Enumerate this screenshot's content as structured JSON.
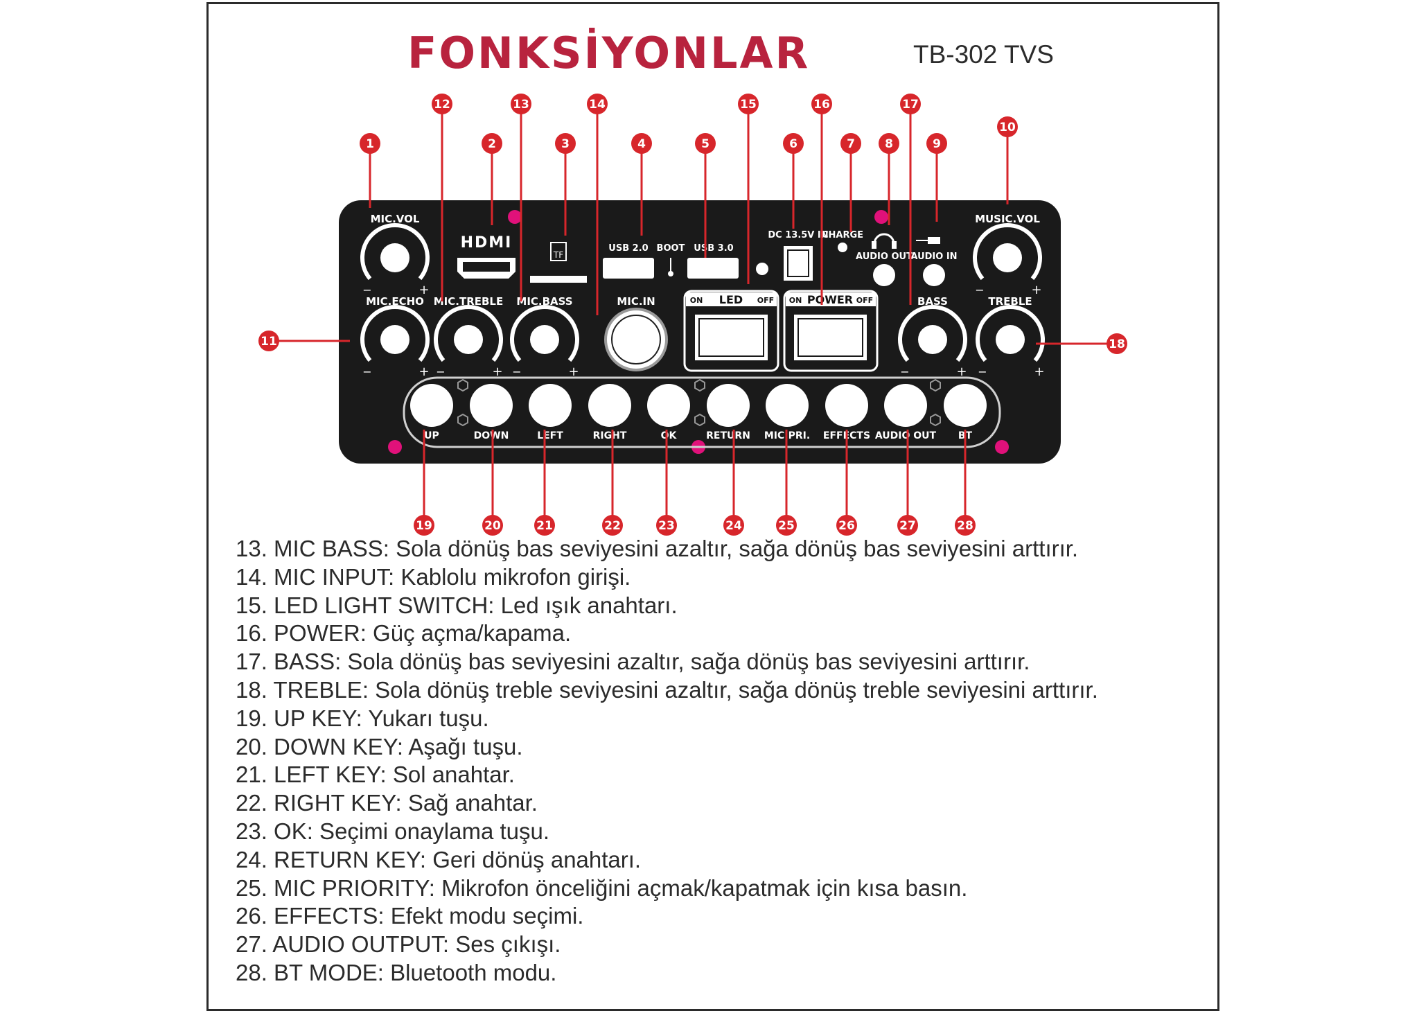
{
  "header": {
    "title": "FONKSİYONLAR",
    "model": "TB-302 TVS"
  },
  "panel": {
    "labels": {
      "mic_vol": "MIC.VOL",
      "music_vol": "MUSIC.VOL",
      "mic_echo": "MIC.ECHO",
      "mic_treble": "MIC.TREBLE",
      "mic_bass": "MIC.BASS",
      "mic_in": "MIC.IN",
      "bass": "BASS",
      "treble": "TREBLE",
      "hdmi": "HDMI",
      "tf": "TF",
      "usb2": "USB 2.0",
      "boot": "BOOT",
      "usb3": "USB 3.0",
      "dc_in": "DC 13.5V IN",
      "charge": "CHARGE",
      "audio_out": "AUDIO OUT",
      "audio_in": "AUDIO IN",
      "led": "LED",
      "power": "POWER",
      "on": "ON",
      "off": "OFF",
      "minus": "−",
      "plus": "+"
    },
    "buttons": [
      "UP",
      "DOWN",
      "LEFT",
      "RIGHT",
      "OK",
      "RETURN",
      "MIC.PRI.",
      "EFFECTS",
      "AUDIO OUT",
      "BT"
    ]
  },
  "callouts": [
    "1",
    "2",
    "3",
    "4",
    "5",
    "6",
    "7",
    "8",
    "9",
    "10",
    "11",
    "12",
    "13",
    "14",
    "15",
    "16",
    "17",
    "18",
    "19",
    "20",
    "21",
    "22",
    "23",
    "24",
    "25",
    "26",
    "27",
    "28"
  ],
  "descriptions": [
    "13. MIC BASS: Sola dönüş bas seviyesini azaltır, sağa dönüş bas seviyesini arttırır.",
    "14. MIC INPUT: Kablolu mikrofon girişi.",
    "15. LED LIGHT SWITCH: Led ışık anahtarı.",
    "16. POWER: Güç açma/kapama.",
    "17. BASS: Sola dönüş bas seviyesini azaltır, sağa dönüş bas seviyesini arttırır.",
    "18. TREBLE: Sola dönüş treble seviyesini azaltır, sağa dönüş treble seviyesini arttırır.",
    "19. UP KEY: Yukarı tuşu.",
    "20. DOWN KEY: Aşağı tuşu.",
    "21. LEFT KEY: Sol anahtar.",
    "22. RIGHT KEY: Sağ anahtar.",
    "23. OK: Seçimi onaylama tuşu.",
    "24. RETURN KEY: Geri dönüş anahtarı.",
    "25. MIC PRIORITY: Mikrofon önceliğini açmak/kapatmak için kısa basın.",
    "26. EFFECTS: Efekt modu seçimi.",
    "27. AUDIO OUTPUT: Ses çıkışı.",
    "28. BT MODE: Bluetooth modu."
  ],
  "colors": {
    "title": "#b8233e",
    "panel": "#1a1a1a",
    "callout": "#d7262b",
    "accent_dot": "#e0117a",
    "text": "#2b2b2b"
  }
}
